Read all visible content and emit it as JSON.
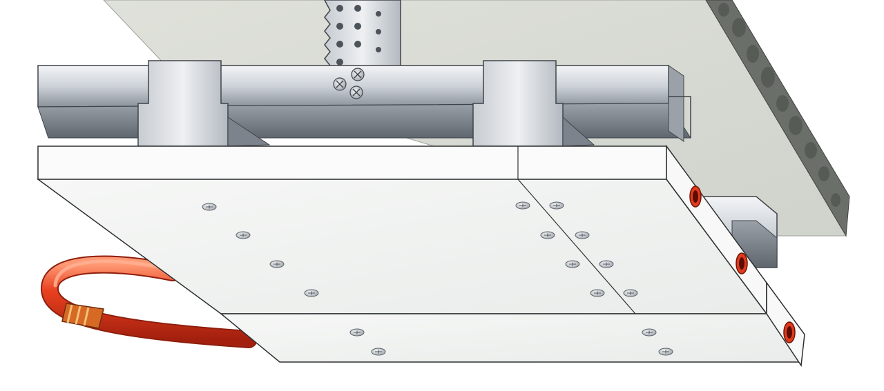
{
  "illustration": {
    "parts": [
      "concrete-slab",
      "perforated-hanger",
      "ceiling-profile",
      "profile-connector",
      "heating-panel",
      "heating-pipe",
      "pipe-fitting",
      "mounting-screw"
    ]
  },
  "colors": {
    "background": "#ffffff",
    "slab_face": "#d9dbd4",
    "slab_edge": "#6e726d",
    "slab_holes": "#585d58",
    "metal_light": "#e6e9ec",
    "metal_mid": "#b9bfc6",
    "metal_dark": "#7c838c",
    "metal_outline": "#3f444a",
    "panel_top": "#f1f3f2",
    "panel_side": "#fbfbfb",
    "panel_outline": "#2d2f31",
    "pipe_red": "#e23a1d",
    "pipe_highlight": "#ff8f6b",
    "pipe_shadow": "#a82210",
    "fitting_orange": "#e98a32",
    "screw_silver": "#c9ced3"
  }
}
